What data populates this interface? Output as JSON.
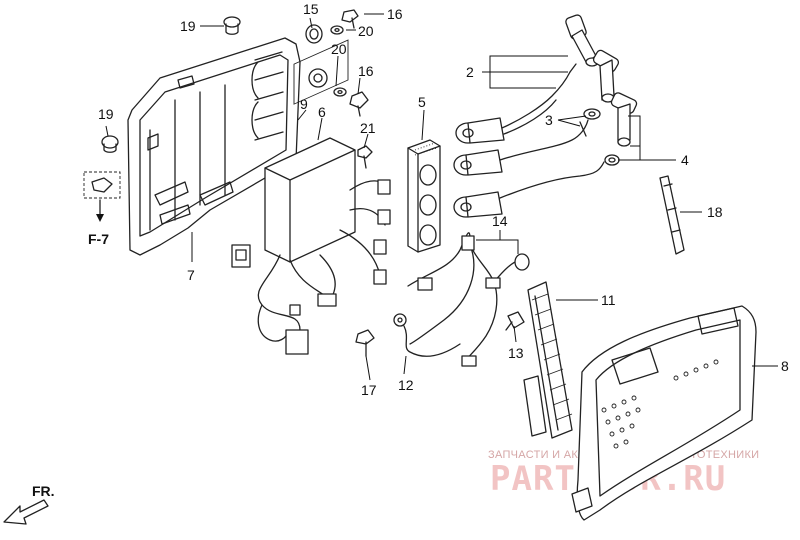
{
  "callouts": {
    "c19a": "19",
    "c15": "15",
    "c16a": "16",
    "c20a": "20",
    "c20b": "20",
    "c16b": "16",
    "c9": "9",
    "c6": "6",
    "c21": "21",
    "c5": "5",
    "c2": "2",
    "c3": "3",
    "c4": "4",
    "c19b": "19",
    "c18": "18",
    "c7": "7",
    "c14": "14",
    "c11": "11",
    "c13": "13",
    "c8": "8",
    "c17": "17",
    "c12": "12"
  },
  "refs": {
    "f7": "F-7",
    "fr": "FR."
  },
  "watermark": {
    "tagline": "ЗАПЧАСТИ И АКСЕССУАРЫ ДЛЯ МОТОТЕХНИКИ",
    "site": "PARTZFOR.RU"
  }
}
